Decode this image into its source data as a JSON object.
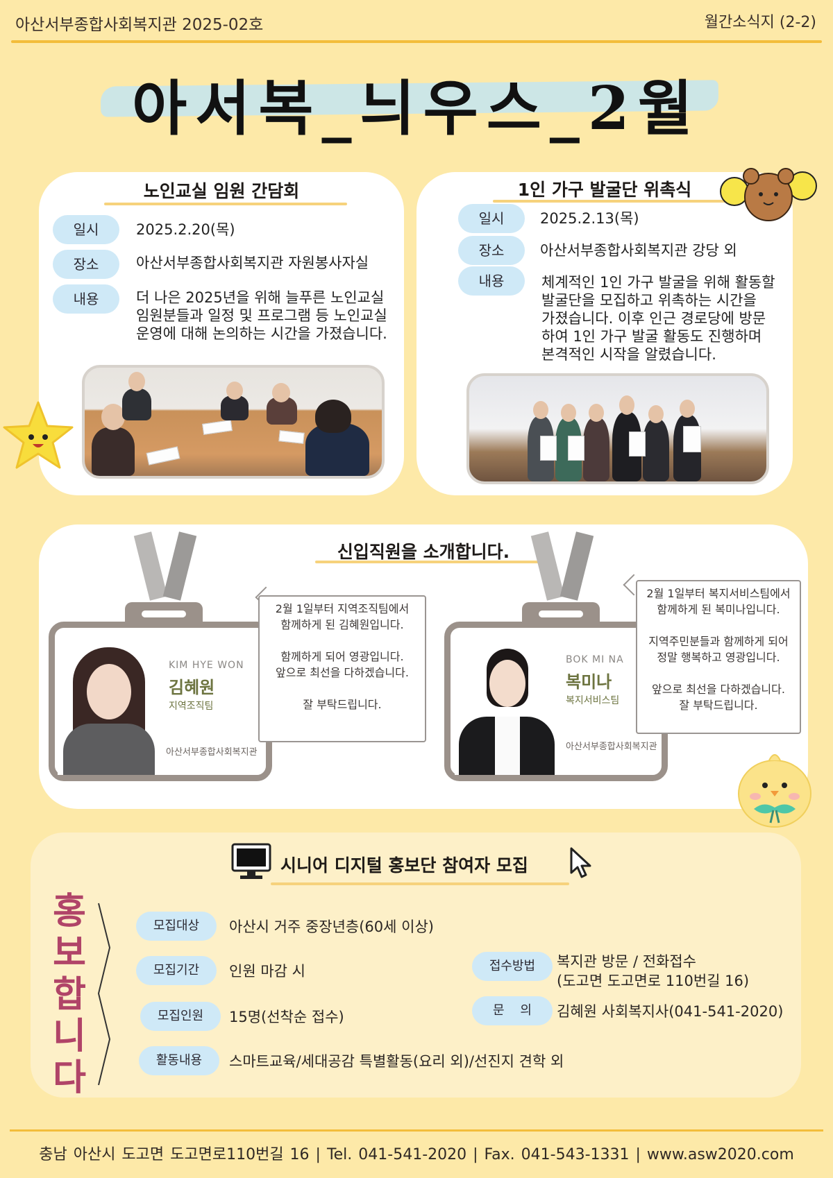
{
  "header": {
    "issue": "아산서부종합사회복지관 2025-02호",
    "section": "월간소식지 (2-2)"
  },
  "main_title": "아서복_늬우스_2월",
  "card1": {
    "title": "노인교실 임원 간담회",
    "labels": [
      "일시",
      "장소",
      "내용"
    ],
    "date": "2025.2.20(목)",
    "place": "아산서부종합사회복지관 자원봉사자실",
    "content": [
      "더 나은 2025년을 위해 늘푸른 노인교실",
      "임원분들과 일정 및 프로그램 등 노인교실",
      "운영에 대해 논의하는 시간을 가졌습니다."
    ]
  },
  "card2": {
    "title": "1인 가구 발굴단 위촉식",
    "labels": [
      "일시",
      "장소",
      "내용"
    ],
    "date": "2025.2.13(목)",
    "place": "아산서부종합사회복지관  강당 외",
    "content": [
      "체계적인 1인 가구 발굴을 위해 활동할",
      "발굴단을 모집하고 위촉하는 시간을",
      "가졌습니다. 이후 인근 경로당에 방문",
      "하여 1인 가구 발굴 활동도 진행하며",
      "본격적인 시작을 알렸습니다."
    ]
  },
  "staff_section": {
    "title": "신입직원을 소개합니다.",
    "staff": [
      {
        "en_name": "KIM HYE WON",
        "ko_name": "김혜원",
        "team": "지역조직팀",
        "org": "아산서부종합사회복지관",
        "message": "2월 1일부터 지역조직팀에서\n함께하게 된 김혜원입니다.\n\n함께하게 되어 영광입니다.\n앞으로 최선을 다하겠습니다.\n\n잘 부탁드립니다."
      },
      {
        "en_name": "BOK MI NA",
        "ko_name": "복미나",
        "team": "복지서비스팀",
        "org": "아산서부종합사회복지관",
        "message": "2월 1일부터 복지서비스팀에서\n함께하게 된 복미나입니다.\n\n지역주민분들과 함께하게 되어\n정말 행복하고 영광입니다.\n\n앞으로 최선을 다하겠습니다.\n잘 부탁드립니다."
      }
    ]
  },
  "recruit": {
    "title": "시니어 디지털 홍보단 참여자 모집",
    "side_text": "홍보합니다",
    "rows": [
      {
        "label": "모집대상",
        "value": "아산시 거주 중장년층(60세 이상)"
      },
      {
        "label": "모집기간",
        "value": "인원 마감 시"
      },
      {
        "label": "모집인원",
        "value": "15명(선착순 접수)"
      },
      {
        "label": "활동내용",
        "value": "스마트교육/세대공감 특별활동(요리 외)/선진지 견학 외"
      }
    ],
    "right_rows": [
      {
        "label": "접수방법",
        "value": "복지관 방문 / 전화접수",
        "value2": "(도고면 도고면로 110번길 16)"
      },
      {
        "label": "문    의",
        "value": "김혜원 사회복지사(041-541-2020)"
      }
    ]
  },
  "footer": "충남 아산시 도고면 도고면로110번길 16  |  Tel. 041-541-2020  |  Fax. 041-543-1331  |  www.asw2020.com"
}
